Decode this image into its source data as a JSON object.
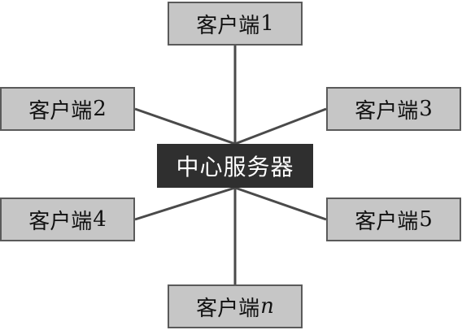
{
  "center": {
    "label": "中心服务器"
  },
  "clients": {
    "c1": {
      "text": "客户端",
      "num": "1"
    },
    "c2": {
      "text": "客户端",
      "num": "2"
    },
    "c3": {
      "text": "客户端",
      "num": "3"
    },
    "c4": {
      "text": "客户端",
      "num": "4"
    },
    "c5": {
      "text": "客户端",
      "num": "5"
    },
    "cn": {
      "text": "客户端",
      "num": "n"
    }
  },
  "colors": {
    "client_fill": "#c6c6c6",
    "client_border": "#5a5a5a",
    "center_fill": "#2f2f2f",
    "center_text": "#ffffff",
    "link": "#4a4a4a"
  }
}
